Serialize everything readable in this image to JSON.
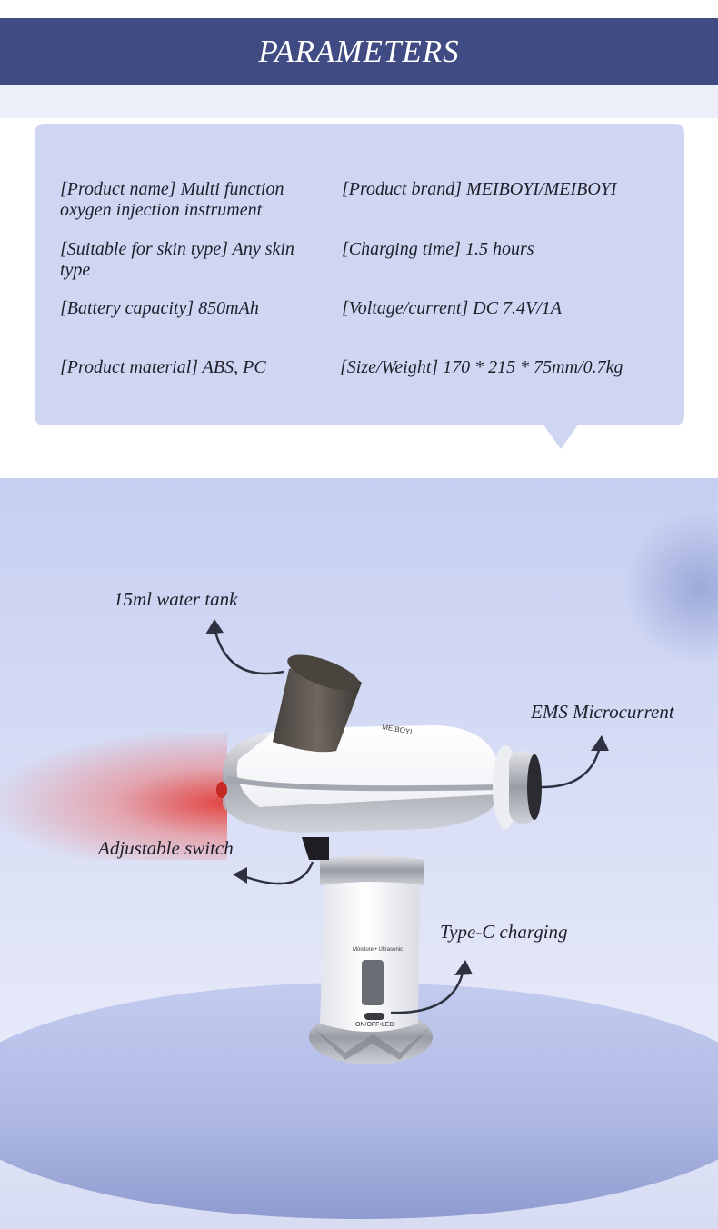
{
  "header": {
    "title": "PARAMETERS"
  },
  "params": [
    {
      "key": "product_name",
      "text": "[Product name] Multi function oxygen injection instrument"
    },
    {
      "key": "product_brand",
      "text": "[Product brand] MEIBOYI/MEIBOYI"
    },
    {
      "key": "skin_type",
      "text": "[Suitable for skin type] Any skin type"
    },
    {
      "key": "charging_time",
      "text": "[Charging time] 1.5 hours"
    },
    {
      "key": "battery",
      "text": "[Battery capacity] 850mAh"
    },
    {
      "key": "voltage",
      "text": "[Voltage/current] DC 7.4V/1A"
    },
    {
      "key": "material",
      "text": "[Product material] ABS, PC"
    },
    {
      "key": "size_weight",
      "text": "[Size/Weight] 170 * 215 * 75mm/0.7kg"
    }
  ],
  "callouts": {
    "water_tank": "15ml water tank",
    "ems": "EMS Microcurrent",
    "switch": "Adjustable switch",
    "charging": "Type-C charging"
  },
  "device": {
    "brand_mark": "MEIBOYI",
    "mode_label": "Moisture • Ultrasonic",
    "power_label": "ON/OFF•LED"
  },
  "colors": {
    "header_bg": "#3f4b82",
    "panel_bg": "#cfd6f2",
    "mist": "#e23c37"
  }
}
